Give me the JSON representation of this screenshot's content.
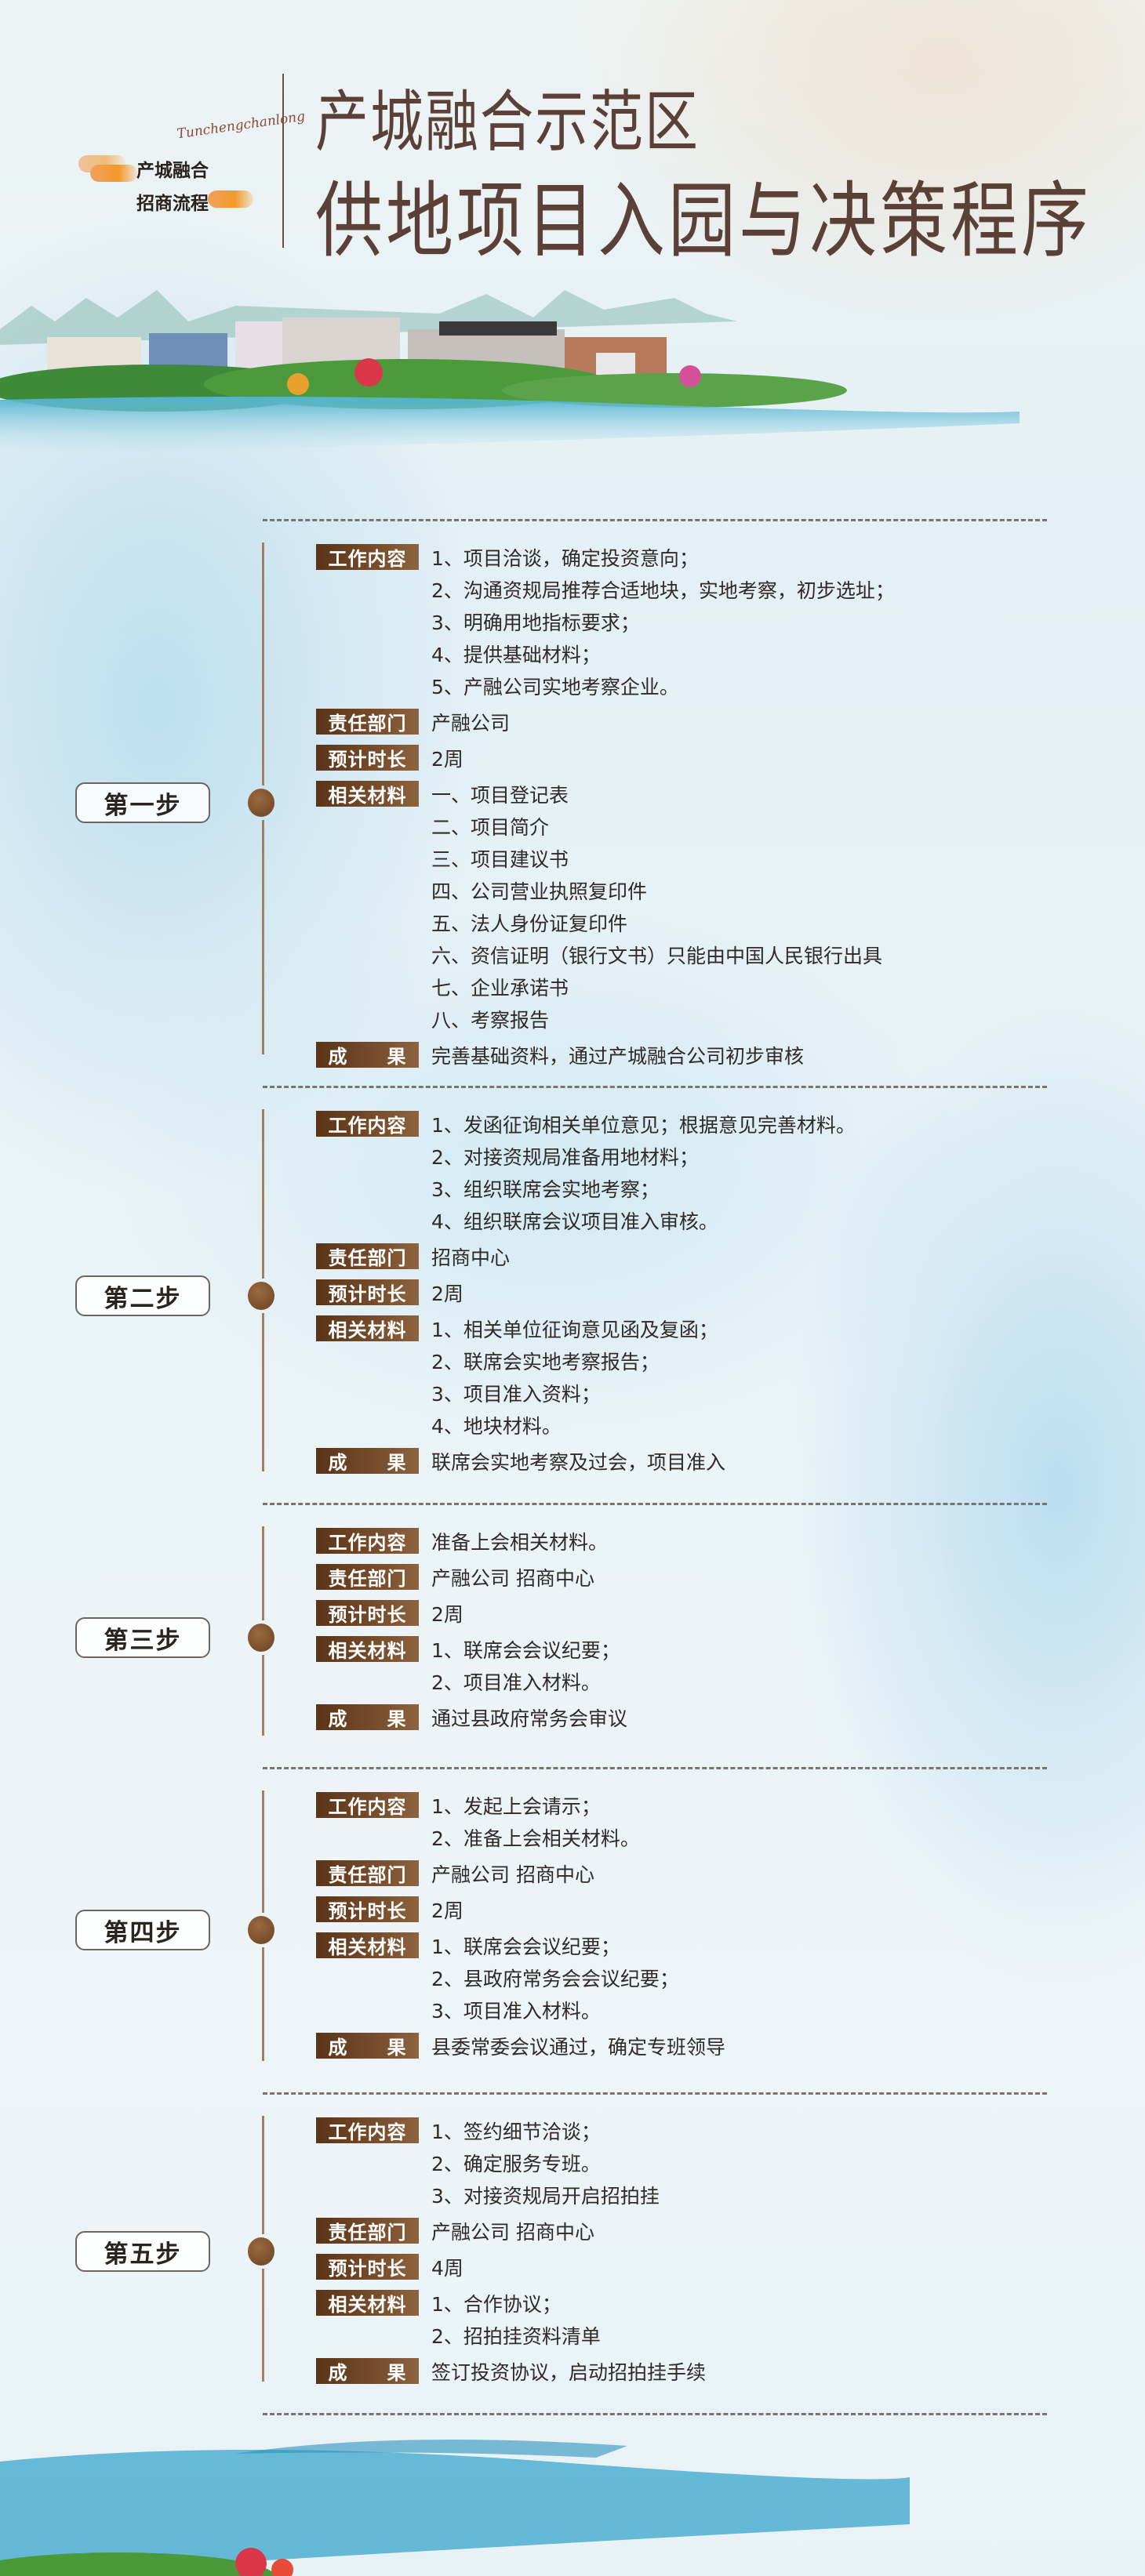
{
  "header": {
    "title_line1": "产城融合示范区",
    "title_line2": "供地项目入园与决策程序",
    "subtitle_line1": "产城融合",
    "subtitle_line2": "招商流程",
    "script_text": "Tunchengchanlong"
  },
  "colors": {
    "label_bg": "#6b4226",
    "title": "#5b4038",
    "accent_brush": "#f39a2a",
    "dot": "#7a4f2c"
  },
  "labels": {
    "work": "工作内容",
    "dept": "责任部门",
    "duration": "预计时长",
    "materials": "相关材料",
    "result": "成　　果"
  },
  "steps": [
    {
      "name": "第一步",
      "work": [
        "1、项目洽谈，确定投资意向；",
        "2、沟通资规局推荐合适地块，实地考察，初步选址；",
        "3、明确用地指标要求；",
        "4、提供基础材料；",
        "5、产融公司实地考察企业。"
      ],
      "dept": "产融公司",
      "duration": "2周",
      "materials": [
        "一、项目登记表",
        "二、项目简介",
        "三、项目建议书",
        "四、公司营业执照复印件",
        "五、法人身份证复印件",
        "六、资信证明（银行文书）只能由中国人民银行出具",
        "七、企业承诺书",
        "八、考察报告"
      ],
      "result": "完善基础资料，通过产城融合公司初步审核"
    },
    {
      "name": "第二步",
      "work": [
        "1、发函征询相关单位意见；根据意见完善材料。",
        "2、对接资规局准备用地材料；",
        "3、组织联席会实地考察；",
        "4、组织联席会议项目准入审核。"
      ],
      "dept": "招商中心",
      "duration": "2周",
      "materials": [
        "1、相关单位征询意见函及复函；",
        "2、联席会实地考察报告；",
        "3、项目准入资料；",
        "4、地块材料。"
      ],
      "result": "联席会实地考察及过会，项目准入"
    },
    {
      "name": "第三步",
      "work": [
        "准备上会相关材料。"
      ],
      "dept": "产融公司 招商中心",
      "duration": "2周",
      "materials": [
        "1、联席会会议纪要；",
        "2、项目准入材料。"
      ],
      "result": "通过县政府常务会审议"
    },
    {
      "name": "第四步",
      "work": [
        "1、发起上会请示；",
        "2、准备上会相关材料。"
      ],
      "dept": "产融公司 招商中心",
      "duration": "2周",
      "materials": [
        "1、联席会会议纪要；",
        "2、县政府常务会会议纪要；",
        "3、项目准入材料。"
      ],
      "result": "县委常委会议通过，确定专班领导"
    },
    {
      "name": "第五步",
      "work": [
        "1、签约细节洽谈；",
        "2、确定服务专班。",
        "3、对接资规局开启招拍挂"
      ],
      "dept": "产融公司 招商中心",
      "duration": "4周",
      "materials": [
        "1、合作协议；",
        "2、招拍挂资料清单"
      ],
      "result": "签订投资协议，启动招拍挂手续"
    }
  ]
}
